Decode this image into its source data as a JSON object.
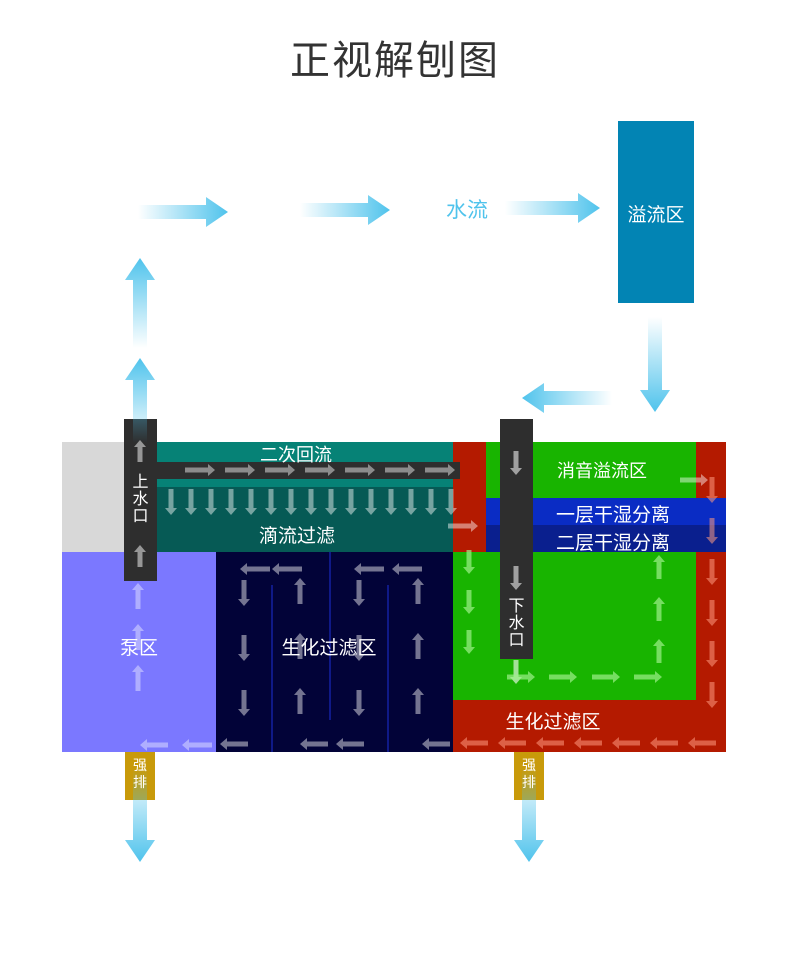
{
  "title": "正视解刨图",
  "labels": {
    "water_flow": "水流",
    "overflow_zone": "溢流区",
    "secondary_return": "二次回流",
    "drip_filter": "滴流过滤",
    "silent_overflow": "消音溢流区",
    "dry_wet_1": "一层干湿分离",
    "dry_wet_2": "二层干湿分离",
    "upper_outlet": [
      "上",
      "水",
      "口"
    ],
    "lower_outlet": [
      "下",
      "水",
      "口"
    ],
    "pump_zone": "泵区",
    "bio_filter_left": "生化过滤区",
    "bio_filter_right": "生化过滤区",
    "force_drain_left": [
      "强",
      "排"
    ],
    "force_drain_right": [
      "强",
      "排"
    ]
  },
  "colors": {
    "overflow_box": "#0284b4",
    "teal_top": "#068276",
    "teal_dark": "#065a55",
    "gray_zone": "#d8d8d8",
    "pump_zone": "#7b78ff",
    "navy_zone": "#020338",
    "green_zone": "#18b400",
    "red_zone": "#b41a00",
    "blue_band_1": "#0a2cc4",
    "blue_band_2": "#0a1f8e",
    "pipe": "#2e2e2e",
    "drain": "#c89a0a",
    "flow_arrow": "#4fc3ec"
  }
}
